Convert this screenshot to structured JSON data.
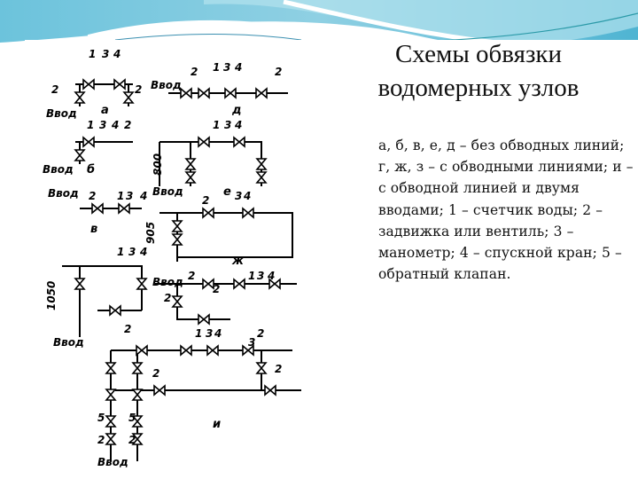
{
  "slide": {
    "title_line1": "Схемы обвязки",
    "title_line2": "водомерных узлов",
    "description": "а, б, в, е, д – без обводных линий; г, ж, з – с обводными линиями; и – с обводной линией и двумя вводами; 1 – счетчик воды; 2 – задвижка или вентиль; 3 – манометр;  4 – спускной кран; 5 – обратный клапан."
  },
  "diagram": {
    "inlet_label": "Ввод",
    "scheme_letters": [
      "а",
      "д",
      "б",
      "е",
      "в",
      "ж",
      "и"
    ],
    "dimensions": [
      "800",
      "905",
      "1050"
    ],
    "part_numbers": [
      "1",
      "2",
      "3",
      "4",
      "5"
    ]
  },
  "colors": {
    "background_wave": "#5bbcd6",
    "wave_light": "#a9dcea",
    "text": "#111111"
  }
}
